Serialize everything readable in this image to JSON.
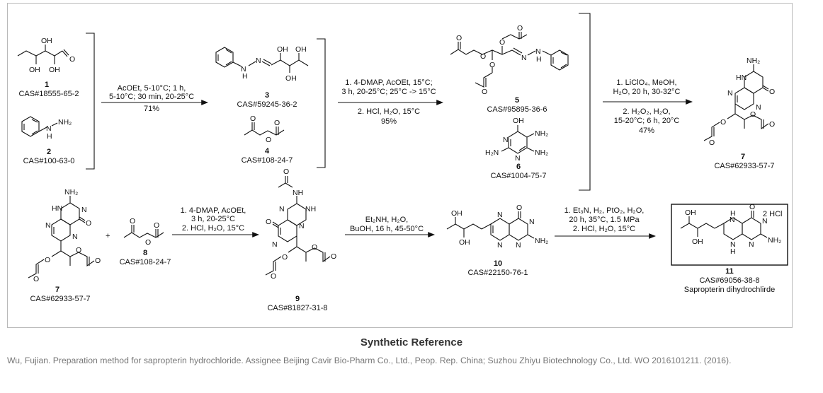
{
  "compounds": [
    {
      "id": "c1",
      "number": "1",
      "cas": "CAS#18555-65-2"
    },
    {
      "id": "c2",
      "number": "2",
      "cas": "CAS#100-63-0"
    },
    {
      "id": "c3",
      "number": "3",
      "cas": "CAS#59245-36-2"
    },
    {
      "id": "c4",
      "number": "4",
      "cas": "CAS#108-24-7"
    },
    {
      "id": "c5",
      "number": "5",
      "cas": "CAS#95895-36-6"
    },
    {
      "id": "c6",
      "number": "6",
      "cas": "CAS#1004-75-7"
    },
    {
      "id": "c7a",
      "number": "7",
      "cas": "CAS#62933-57-7"
    },
    {
      "id": "c7b",
      "number": "7",
      "cas": "CAS#62933-57-7"
    },
    {
      "id": "c8",
      "number": "8",
      "cas": "CAS#108-24-7"
    },
    {
      "id": "c9",
      "number": "9",
      "cas": "CAS#81827-31-8"
    },
    {
      "id": "c10",
      "number": "10",
      "cas": "CAS#22150-76-1"
    },
    {
      "id": "c11",
      "number": "11",
      "cas": "CAS#69056-38-8",
      "name": "Sapropterin dihydrochlirde",
      "salt": "2 HCl"
    }
  ],
  "steps": [
    {
      "id": "s1",
      "above": [
        "AcOEt, 5-10°C; 1 h,",
        "5-10°C; 30 min, 20-25°C"
      ],
      "below": [
        "71%"
      ]
    },
    {
      "id": "s2",
      "above": [
        "1. 4-DMAP, AcOEt, 15°C;",
        "3 h, 20-25°C; 25°C -> 15°C"
      ],
      "below": [
        "2. HCl, H₂O, 15°C",
        "95%"
      ]
    },
    {
      "id": "s3",
      "above": [
        "1. LiClO₄, MeOH,",
        "H₂O, 20 h, 30-32°C"
      ],
      "below": [
        "2. H₂O₂, H₂O,",
        "15-20°C; 6 h, 20°C",
        "47%"
      ]
    },
    {
      "id": "s4",
      "above": [
        "1. 4-DMAP, AcOEt,",
        "3 h, 20-25°C",
        "2. HCl, H₂O, 15°C"
      ],
      "below": []
    },
    {
      "id": "s5",
      "above": [
        "Et₂NH, H₂O,",
        "BuOH, 16 h, 45-50°C"
      ],
      "below": []
    },
    {
      "id": "s6",
      "above": [
        "1. Et₃N, H₂, PtO₂, H₂O,",
        "20 h, 35°C, 1.5 MPa",
        "2. HCl, H₂O, 15°C"
      ],
      "below": []
    }
  ],
  "plus_sign": "+",
  "atoms": {
    "OH": "OH",
    "O": "O",
    "H": "H",
    "N": "N",
    "NH": "NH",
    "HN": "HN",
    "NH2": "NH₂",
    "H2N": "H₂N",
    "NH2_hyd": "NH₂"
  },
  "reference": {
    "title": "Synthetic Reference",
    "text": "Wu, Fujian. Preparation method for sapropterin hydrochloride. Assignee Beijing Cavir Bio-Pharm Co., Ltd., Peop. Rep. China; Suzhou Zhiyu Biotechnology Co., Ltd. WO 2016101211. (2016)."
  }
}
